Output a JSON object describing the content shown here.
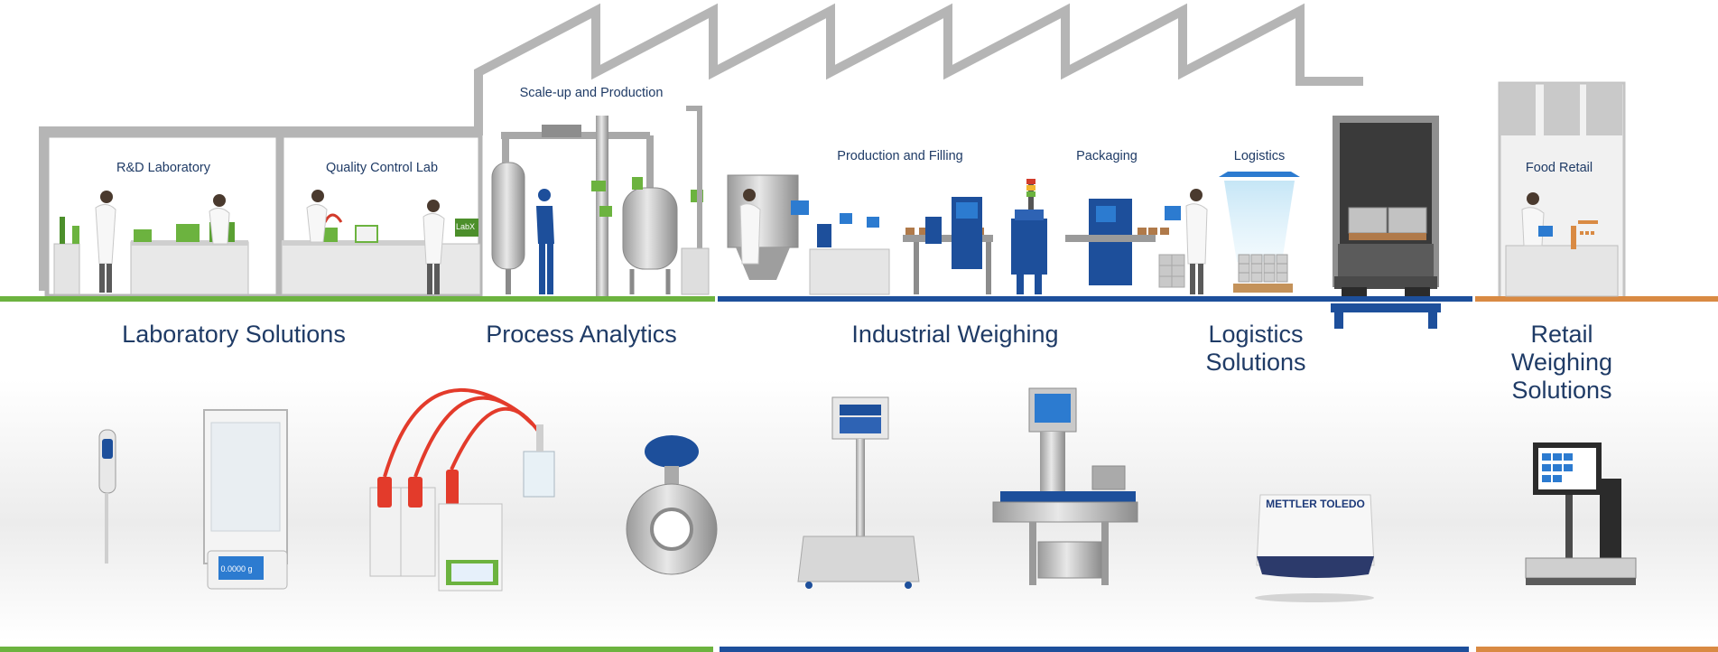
{
  "zones": {
    "rd_lab": "R&D Laboratory",
    "qc_lab": "Quality Control Lab",
    "scale_up": "Scale-up and Production",
    "production_filling": "Production and Filling",
    "packaging": "Packaging",
    "logistics": "Logistics",
    "food_retail": "Food Retail"
  },
  "categories": {
    "laboratory": "Laboratory Solutions",
    "process": "Process Analytics",
    "industrial": "Industrial Weighing",
    "logistics": "Logistics\nSolutions",
    "retail": "Retail Weighing\nSolutions"
  },
  "screens": {
    "labx": "LabX",
    "balance_readout": "0.0000 g"
  },
  "brand": {
    "logo_text": "METTLER TOLEDO"
  },
  "colors": {
    "green": "#6cb33f",
    "blue": "#1d4f9b",
    "orange": "#d98a43",
    "text": "#1f3b66",
    "factory_outline": "#b5b5b5"
  }
}
